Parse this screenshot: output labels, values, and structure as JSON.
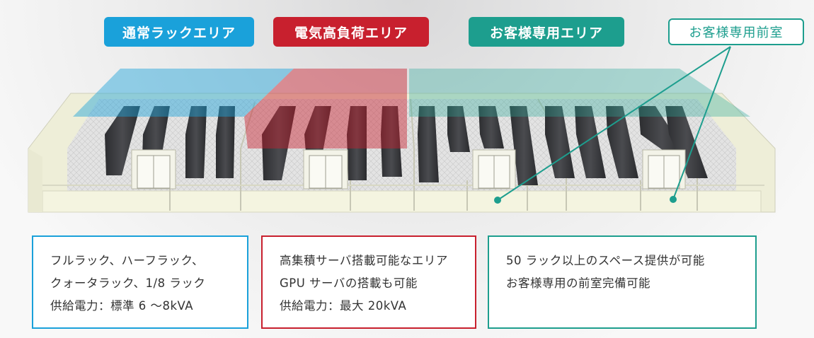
{
  "labels": {
    "normal": "通常ラックエリア",
    "power": "電気高負荷エリア",
    "customer": "お客様専用エリア",
    "anteroom": "お客様専用前室"
  },
  "boxes": {
    "normal": [
      "フルラック、ハーフラック、",
      "クォータラック、1/8 ラック",
      "供給電力：標準 6 ～8kVA"
    ],
    "power": [
      "高集積サーバ搭載可能なエリア",
      "GPU サーバの搭載も可能",
      "供給電力：最大 20kVA"
    ],
    "customer": [
      "50 ラック以上のスペース提供が可能",
      "お客様専用の前室完備可能"
    ]
  },
  "colors": {
    "normal": "#1aa1da",
    "power": "#c8202e",
    "customer": "#1d9e8e"
  }
}
